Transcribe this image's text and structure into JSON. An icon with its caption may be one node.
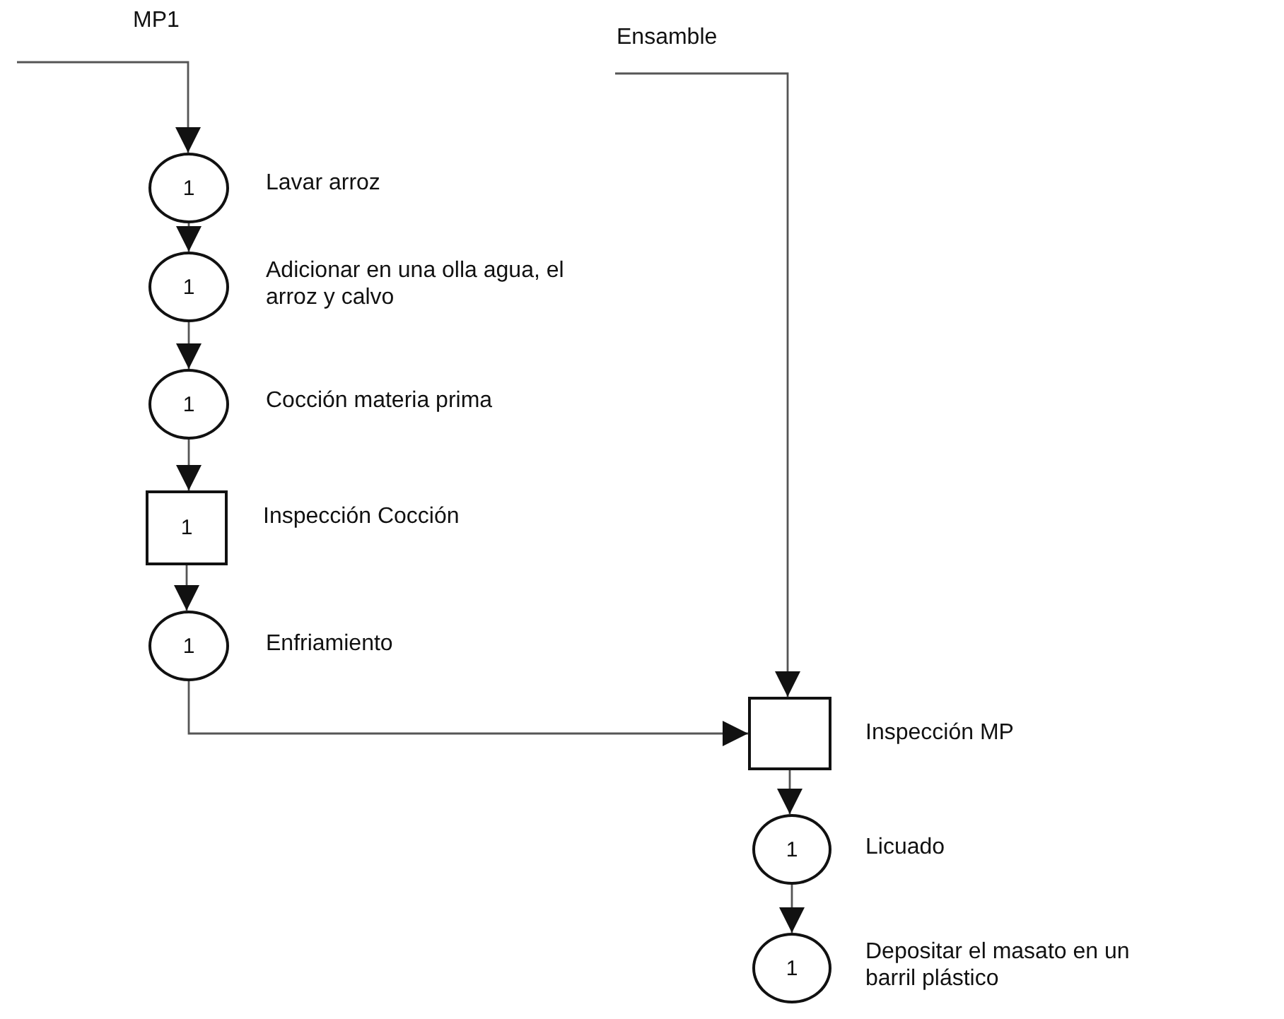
{
  "diagram": {
    "nodes": [
      {
        "text": [
          "1"
        ],
        "beside": [
          "Lavar arroz"
        ]
      },
      {
        "text": [
          "1"
        ],
        "beside": [
          "Adicionar en una olla agua, el arroz y calvo"
        ]
      },
      {
        "text": [
          "1"
        ],
        "beside": [
          "Cocción materia prima"
        ]
      },
      {
        "text": [
          "1"
        ],
        "beside": [
          "Inspección Cocción"
        ]
      },
      {
        "text": [
          "1"
        ],
        "beside": [
          "Enfriamiento"
        ]
      },
      {
        "text": [],
        "shape": "box",
        "beside": [
          "Inspección MP"
        ]
      },
      {
        "text": [
          "1"
        ],
        "beside": [
          "Licuado"
        ]
      },
      {
        "text": [
          "1"
        ],
        "beside": [
          "Depositar el masato en un barril plástico"
        ]
      }
    ],
    "edges": [
      {
        "from": null,
        "to": 0,
        "arrow": "to",
        "label": "MP1"
      },
      {
        "from": 0,
        "to": 1,
        "arrow": "to"
      },
      {
        "from": 1,
        "to": 2,
        "arrow": "to"
      },
      {
        "from": 2,
        "to": 3,
        "arrow": "to"
      },
      {
        "from": 3,
        "to": 4,
        "arrow": "to"
      },
      {
        "from": 4,
        "to": 5,
        "arrow": "to"
      },
      {
        "from": null,
        "to": 5,
        "arrow": "to",
        "label": "Ensamble"
      },
      {
        "from": 5,
        "to": 6,
        "arrow": "to"
      },
      {
        "from": 6,
        "to": 7,
        "arrow": "to"
      }
    ]
  }
}
